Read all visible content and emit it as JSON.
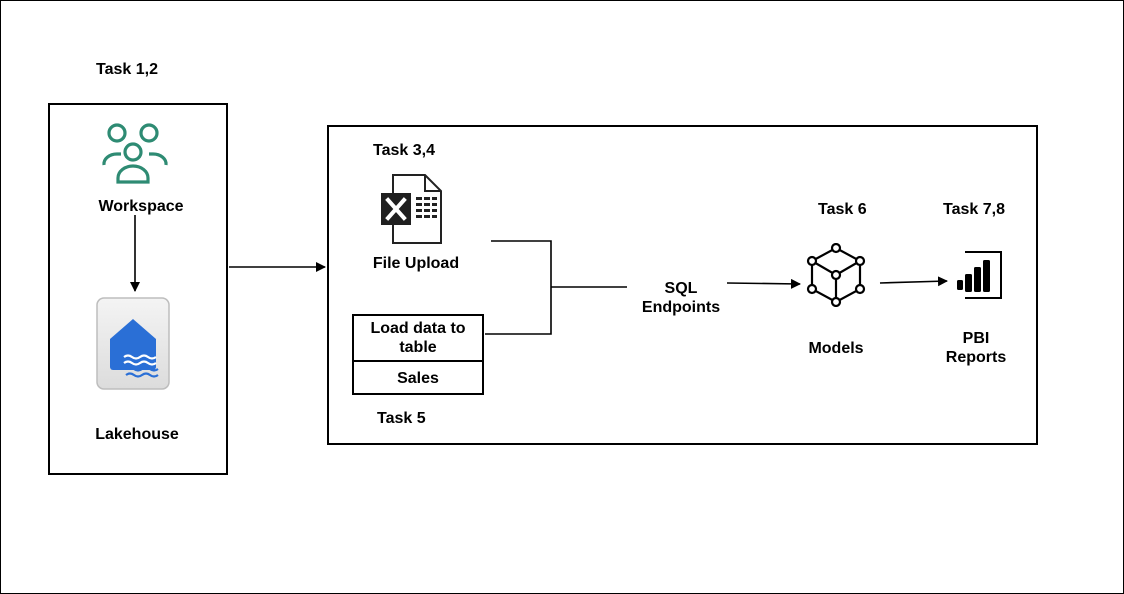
{
  "workspace_group": {
    "task_label": "Task 1,2",
    "workspace_label": "Workspace",
    "lakehouse_label": "Lakehouse"
  },
  "pipeline_group": {
    "file_upload_task": "Task 3,4",
    "file_upload_label": "File Upload",
    "table_header_line1": "Load data to",
    "table_header_line2": "table",
    "table_row": "Sales",
    "table_task": "Task 5",
    "sql_line1": "SQL",
    "sql_line2": "Endpoints",
    "models_task": "Task 6",
    "models_label": "Models",
    "pbi_task": "Task 7,8",
    "pbi_line1": "PBI",
    "pbi_line2": "Reports"
  },
  "icons": {
    "workspace": "people-group-icon",
    "lakehouse": "lakehouse-icon",
    "file": "excel-file-icon",
    "models": "model-cube-icon",
    "pbi": "power-bi-icon"
  },
  "colors": {
    "workspace_icon": "#2e8b73",
    "lakehouse_blue": "#2a6fd6",
    "excel_dark": "#1f1f1f"
  }
}
